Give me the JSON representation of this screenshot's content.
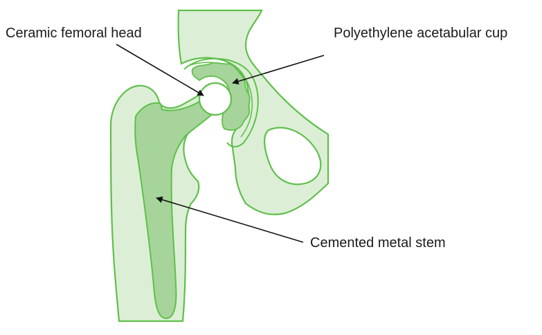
{
  "labels": {
    "femoral_head": "Ceramic femoral head",
    "acetabular_cup": "Polyethylene acetabular cup",
    "metal_stem": "Cemented metal stem"
  },
  "colors": {
    "bone_light": "#dcefd6",
    "implant_mid": "#a6d49a",
    "outline_green": "#5fbf4a",
    "arrow_black": "#111111",
    "head_white": "#ffffff"
  }
}
